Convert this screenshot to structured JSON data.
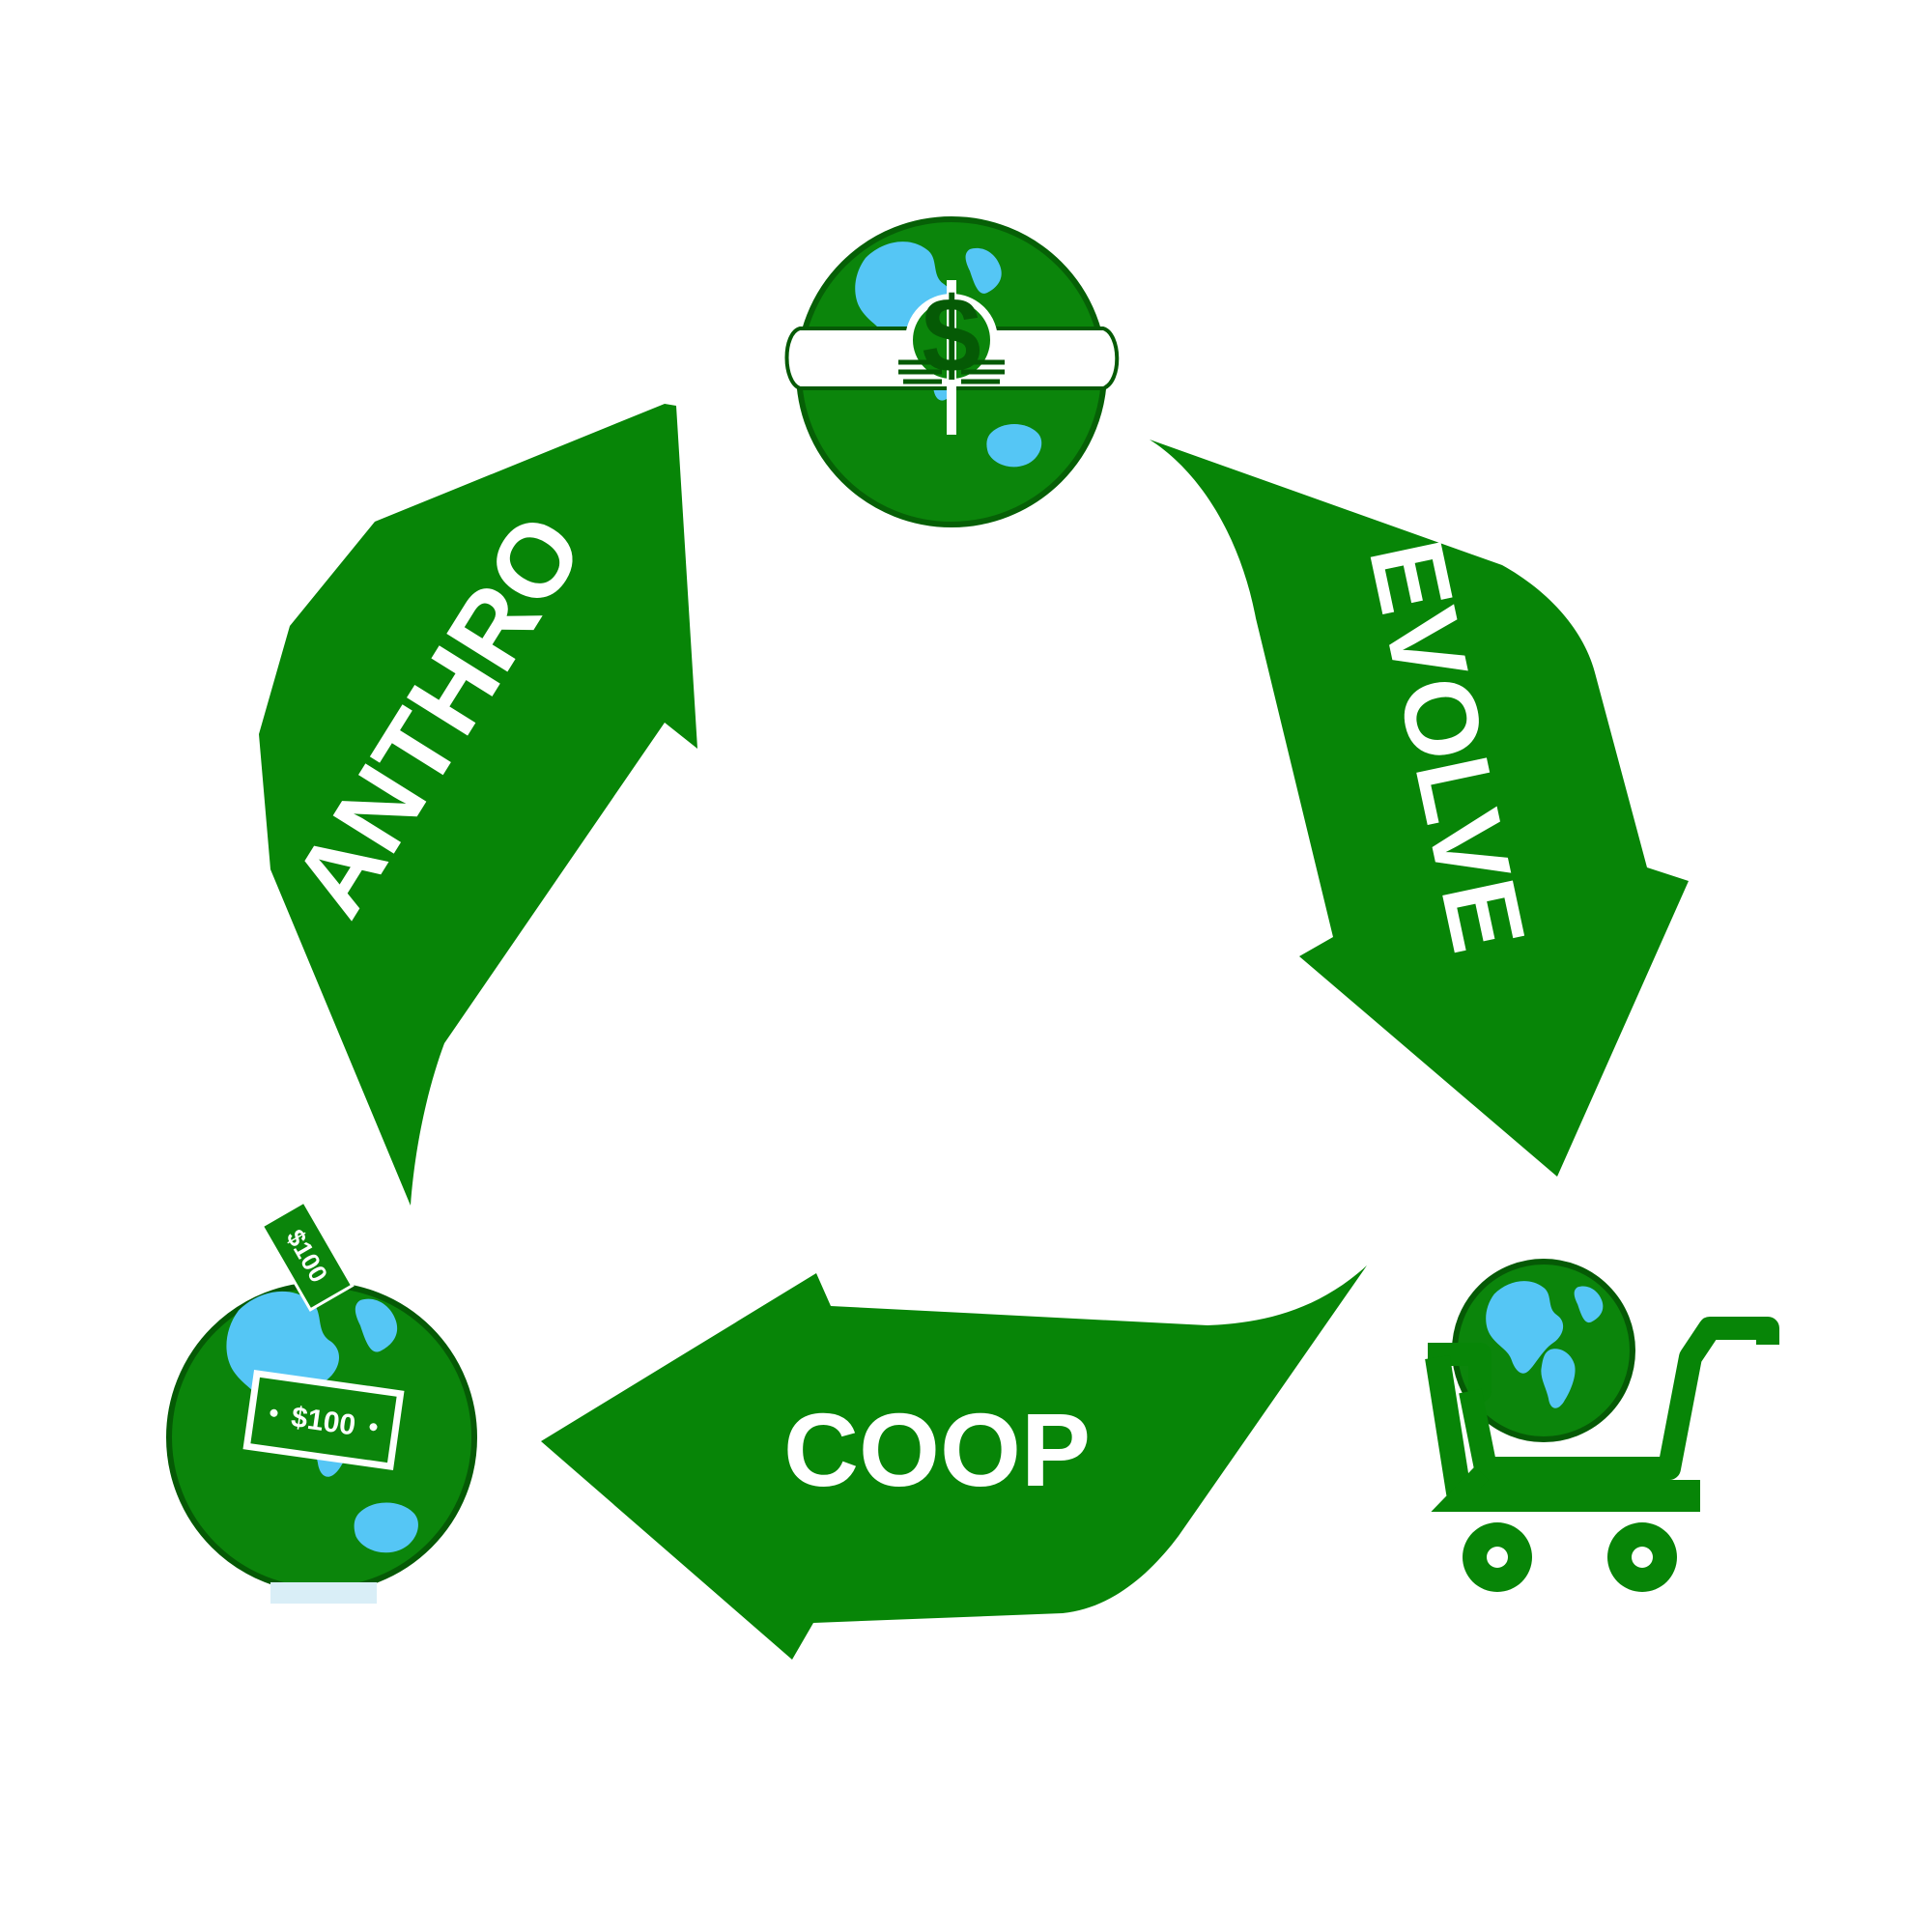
{
  "colors": {
    "arrow_green": "#078507",
    "globe_green": "#0b850b",
    "ocean_blue": "#55c6f5",
    "dark_green": "#055a05",
    "white": "#ffffff"
  },
  "arrows": {
    "anthro": {
      "label": "ANTHRO"
    },
    "evolve": {
      "label": "EVOLVE"
    },
    "coop": {
      "label": "COOP"
    }
  },
  "nodes": {
    "top": {
      "icon": "globe-dollar-hands-icon"
    },
    "cart": {
      "icon": "globe-shopping-cart-icon"
    },
    "bank": {
      "icon": "globe-money-bank-icon",
      "bill_inserting": "$100",
      "bill_front": "$100"
    }
  }
}
